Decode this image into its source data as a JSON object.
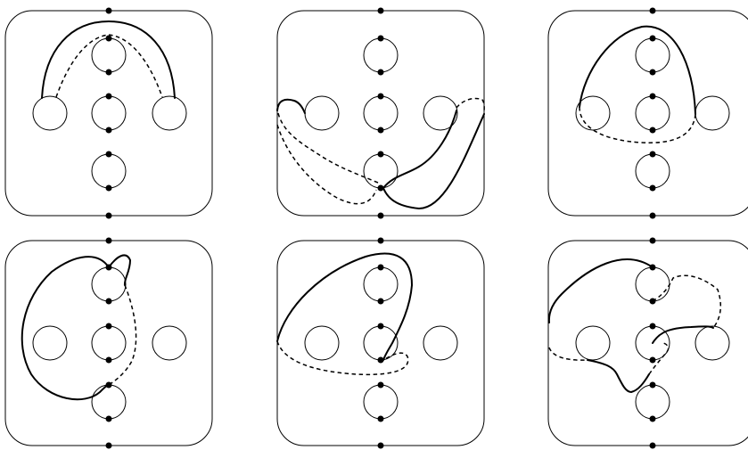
{
  "figure": {
    "panel_count": 6,
    "colors": {
      "stroke": "#000000",
      "background": "#ffffff"
    },
    "line_styles": [
      "solid",
      "dashed"
    ],
    "element_types": [
      "rounded-square-frame",
      "circle-hole",
      "marked-point",
      "curve-solid",
      "curve-dashed"
    ]
  }
}
